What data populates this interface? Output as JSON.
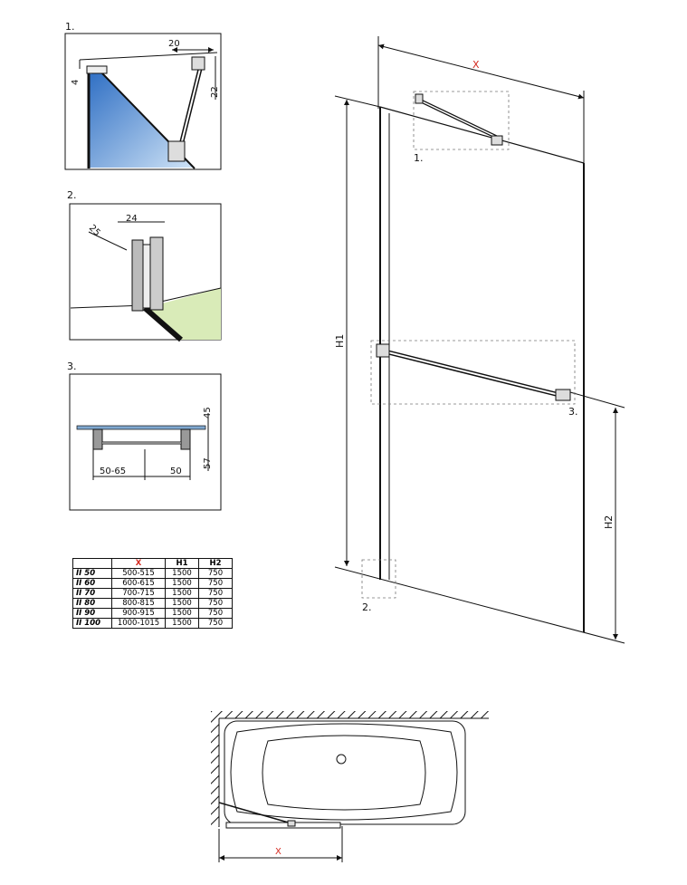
{
  "details": {
    "d1": {
      "label": "1.",
      "dims": [
        "20",
        "4",
        "22"
      ]
    },
    "d2": {
      "label": "2.",
      "dims": [
        "25",
        "24"
      ]
    },
    "d3": {
      "label": "3.",
      "dims": [
        "45",
        "57",
        "50-65",
        "50"
      ]
    }
  },
  "main_view": {
    "dim_x": "X",
    "dim_h1": "H1",
    "dim_h2": "H2",
    "callouts": [
      "1.",
      "2.",
      "3."
    ]
  },
  "table": {
    "headers": [
      "",
      "X",
      "H1",
      "H2"
    ],
    "rows": [
      {
        "model": "II 50",
        "x": "500-515",
        "h1": "1500",
        "h2": "750"
      },
      {
        "model": "II 60",
        "x": "600-615",
        "h1": "1500",
        "h2": "750"
      },
      {
        "model": "II 70",
        "x": "700-715",
        "h1": "1500",
        "h2": "750"
      },
      {
        "model": "II 80",
        "x": "800-815",
        "h1": "1500",
        "h2": "750"
      },
      {
        "model": "II 90",
        "x": "900-915",
        "h1": "1500",
        "h2": "750"
      },
      {
        "model": "II 100",
        "x": "1000-1015",
        "h1": "1500",
        "h2": "750"
      }
    ]
  },
  "plan_view": {
    "dim_x": "X"
  },
  "colors": {
    "accent": "#d42a20",
    "glass": "#4a90d9",
    "floor": "#d9ebb8"
  }
}
